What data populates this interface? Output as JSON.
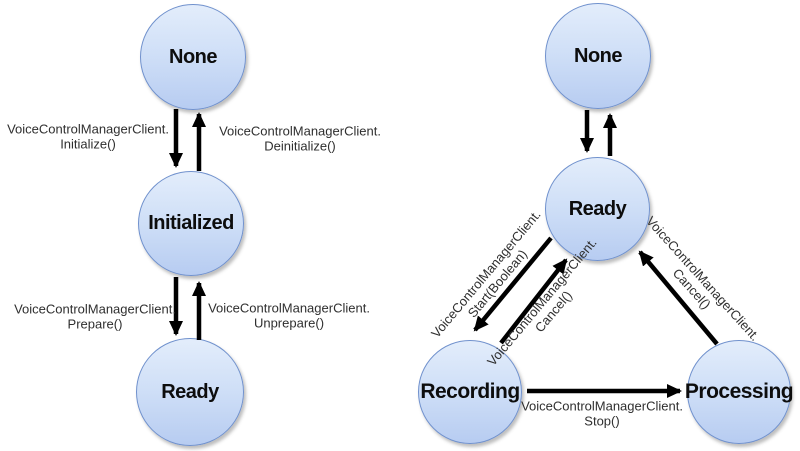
{
  "style": {
    "background": "#ffffff",
    "node_fill_top": "#e3edfb",
    "node_fill_bottom": "#b7ccf1",
    "node_border": "#7091cd",
    "arrow_color": "#000000",
    "label_color": "#2f2f2f"
  },
  "left_diagram": {
    "nodes": {
      "none": "None",
      "initialized": "Initialized",
      "ready": "Ready"
    },
    "edges": {
      "initialize": "VoiceControlManagerClient.\nInitialize()",
      "deinitialize": "VoiceControlManagerClient.\nDeinitialize()",
      "prepare": "VoiceControlManagerClient.\nPrepare()",
      "unprepare": "VoiceControlManagerClient.\nUnprepare()"
    }
  },
  "right_diagram": {
    "nodes": {
      "none": "None",
      "ready": "Ready",
      "recording": "Recording",
      "processing": "Processing"
    },
    "edges": {
      "start": "VoiceControlManagerClient.\nStart(Boolean)",
      "cancel_from_recording": "VoiceControlManagerClient.\nCancel()",
      "cancel_from_processing": "VoiceControlManagerClient.\nCancel()",
      "stop": "VoiceControlManagerClient.\nStop()"
    }
  }
}
